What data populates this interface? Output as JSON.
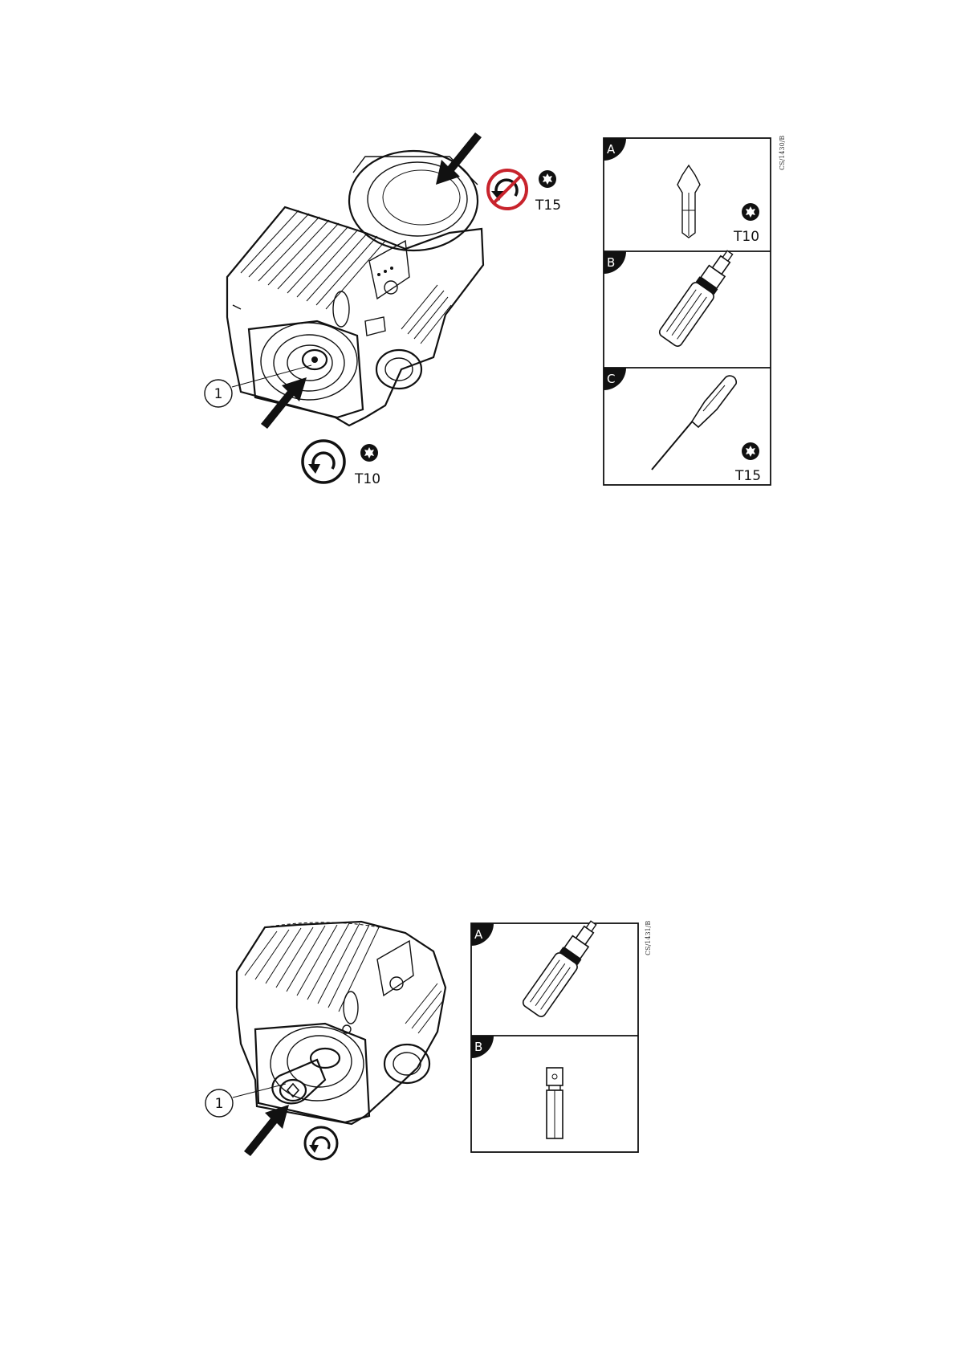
{
  "figure1": {
    "code": "CS/1430/B",
    "callout": "1",
    "top_tool_size": "T15",
    "bottom_tool_size": "T10",
    "panels": [
      {
        "letter": "A",
        "size": "T10"
      },
      {
        "letter": "B",
        "size": ""
      },
      {
        "letter": "C",
        "size": "T15"
      }
    ]
  },
  "figure2": {
    "code": "CS/1431/B",
    "callout": "1",
    "panels": [
      {
        "letter": "A"
      },
      {
        "letter": "B"
      }
    ]
  },
  "colors": {
    "prohibition": "#c8232c",
    "line": "#111111"
  },
  "icons": [
    "torx-icon",
    "counterclockwise-rotate-icon",
    "no-rotate-icon",
    "arrow-icon"
  ]
}
